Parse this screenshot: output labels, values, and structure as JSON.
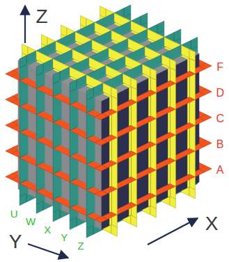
{
  "diagram": {
    "labels": [
      "Z",
      "F",
      "D",
      "C",
      "B",
      "A",
      "U",
      "W",
      "X",
      "Y",
      "Z",
      "Y",
      "X"
    ]
  }
}
